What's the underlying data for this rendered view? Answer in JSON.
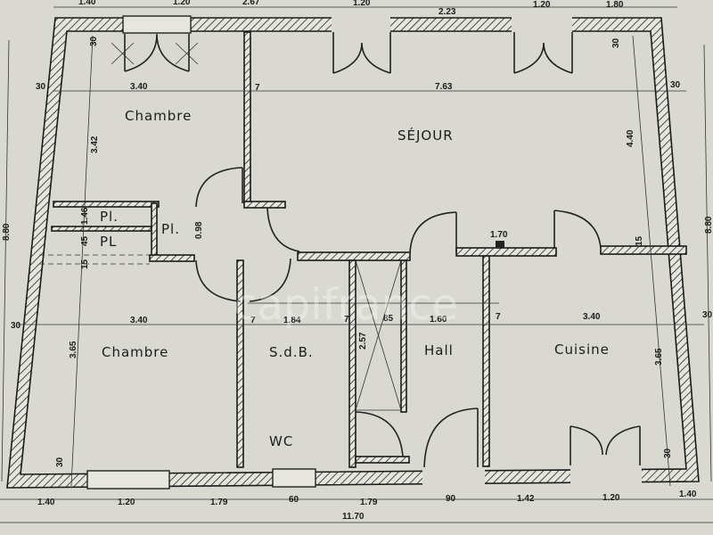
{
  "plan": {
    "rooms": {
      "chambre_1": "Chambre",
      "sejour": "SÉJOUR",
      "chambre_2": "Chambre",
      "sdb": "S.d.B.",
      "hall": "Hall",
      "cuisine": "Cuisine",
      "wc": "WC",
      "placard_1": "Pl.",
      "placard_2": "PL",
      "placard_3": "Pl."
    },
    "top_dimensions": [
      "1.40",
      "1.20",
      "2.67",
      "1.20",
      "2.23",
      "1.20",
      "1.80"
    ],
    "bottom_dimensions": [
      "1.40",
      "1.20",
      "1.79",
      "60",
      "1.79",
      "90",
      "1.42",
      "1.20",
      "1.40"
    ],
    "total_width": "11.70",
    "side_heights": [
      "8.80",
      "8.80"
    ],
    "internal_dimensions": {
      "chambre_1_width": "3.40",
      "sejour_width": "7.63",
      "chambre_1_depth": "3.42",
      "sejour_depth": "4.40",
      "chambre_2_width": "3.40",
      "sdb_width": "1.84",
      "duct_width": "85",
      "hall_width": "1.60",
      "cuisine_width": "3.40",
      "chambre_2_depth": "3.65",
      "cuisine_depth": "3.65",
      "duct_depth": "2.57",
      "hood_width": "1.70",
      "placard_1_depth": "1.46",
      "placard_2_depth": "45",
      "gap_left": "15",
      "gap_right": "15",
      "placard_3_depth": "0.98"
    },
    "wall_thickness": [
      "30",
      "30",
      "30",
      "30",
      "30",
      "30",
      "30",
      "30"
    ],
    "partition_thickness": [
      "7",
      "7",
      "7",
      "7"
    ],
    "watermark": "capifrance"
  },
  "colors": {
    "paper": "#d9d9d2",
    "ink": "#1a1a1a"
  }
}
